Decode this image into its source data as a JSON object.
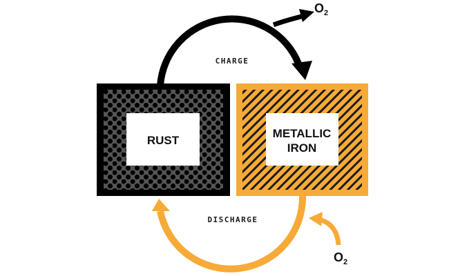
{
  "diagram": {
    "title": "Iron-air battery charge/discharge cycle",
    "colors": {
      "rust": "#000000",
      "rust_pattern_bg": "#555555",
      "iron": "#f7aa38",
      "charge_arrow": "#000000",
      "discharge_arrow": "#f7aa38"
    },
    "nodes": {
      "rust": {
        "label": "RUST"
      },
      "iron": {
        "label_line1": "METALLIC",
        "label_line2": "IRON"
      }
    },
    "arrows": {
      "charge": {
        "label": "CHARGE",
        "from": "RUST",
        "to": "METALLIC IRON",
        "byproduct": "O",
        "byproduct_sub": "2",
        "byproduct_direction": "released"
      },
      "discharge": {
        "label": "DISCHARGE",
        "from": "METALLIC IRON",
        "to": "RUST",
        "input": "O",
        "input_sub": "2",
        "input_direction": "absorbed"
      }
    }
  }
}
